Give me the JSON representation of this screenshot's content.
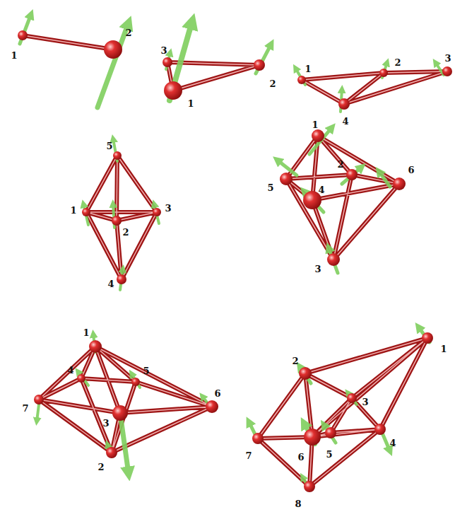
{
  "diagram": {
    "labels": [
      "1",
      "2",
      "3",
      "2",
      "1",
      "1",
      "2",
      "3",
      "4",
      "5",
      "1",
      "3",
      "2",
      "4",
      "1",
      "2",
      "6",
      "5",
      "4",
      "3",
      "1",
      "4",
      "5",
      "7",
      "3",
      "6",
      "2",
      "2",
      "1",
      "3",
      "7",
      "6",
      "5",
      "4",
      "8"
    ]
  }
}
